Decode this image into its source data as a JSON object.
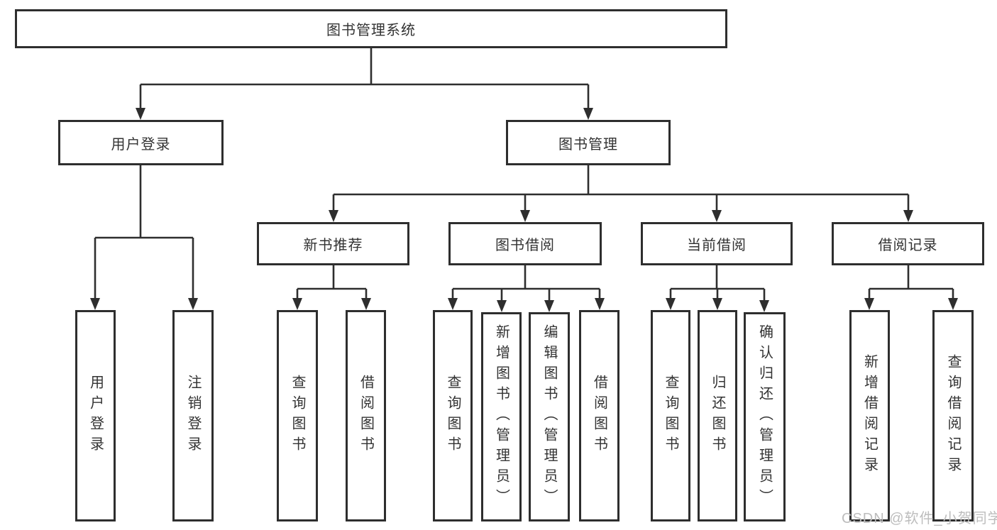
{
  "tree": {
    "root": {
      "label": "图书管理系统",
      "children": [
        {
          "label": "用户登录",
          "children": [
            {
              "label": "用户登录"
            },
            {
              "label": "注销登录"
            }
          ]
        },
        {
          "label": "图书管理",
          "children": [
            {
              "label": "新书推荐",
              "children": [
                {
                  "label": "查询图书"
                },
                {
                  "label": "借阅图书"
                }
              ]
            },
            {
              "label": "图书借阅",
              "children": [
                {
                  "label": "查询图书"
                },
                {
                  "label": "新增图书（管理员）"
                },
                {
                  "label": "编辑图书（管理员）"
                },
                {
                  "label": "借阅图书"
                }
              ]
            },
            {
              "label": "当前借阅",
              "children": [
                {
                  "label": "查询图书"
                },
                {
                  "label": "归还图书"
                },
                {
                  "label": "确认归还（管理员）"
                }
              ]
            },
            {
              "label": "借阅记录",
              "children": [
                {
                  "label": "新增借阅记录"
                },
                {
                  "label": "查询借阅记录"
                }
              ]
            }
          ]
        }
      ]
    }
  },
  "watermark": {
    "text": "CSDN @软件_小贺同学"
  },
  "colors": {
    "line": "#2e2e2e",
    "text": "#333333",
    "watermark": "#bdbdbd",
    "background": "#ffffff"
  }
}
